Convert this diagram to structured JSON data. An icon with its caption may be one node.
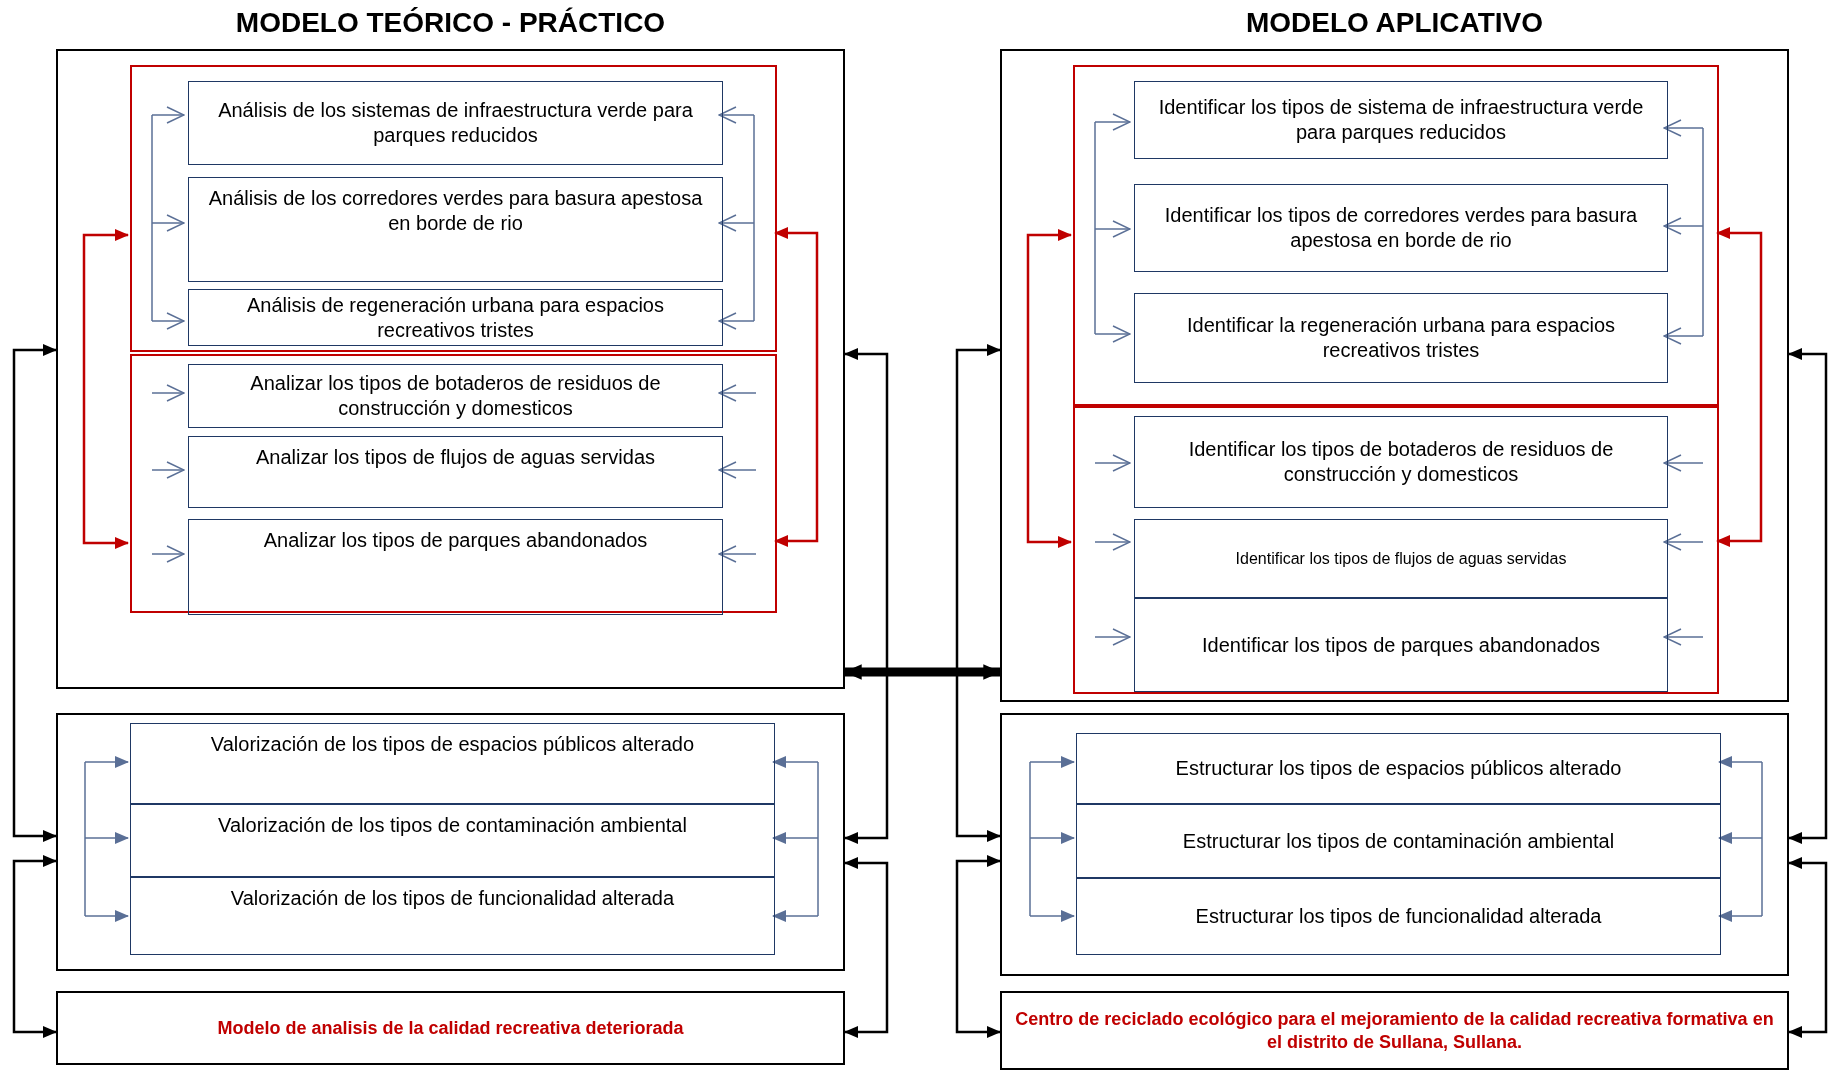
{
  "diagram": {
    "nodes": [
      {
        "text": [
          "MODELO TEÓRICO - PRÁCTICO"
        ]
      },
      {
        "text": [],
        "shape": "box",
        "in": 0
      },
      {
        "text": [
          "Análisis de los sistemas de infraestructura verde para parques reducidos"
        ],
        "in": 1
      },
      {
        "text": [
          "Análisis de los corredores verdes para basura apestosa en borde de rio"
        ],
        "in": 1
      },
      {
        "text": [
          "Análisis de regeneración urbana para espacios recreativos tristes"
        ],
        "in": 1
      },
      {
        "text": [],
        "shape": "box",
        "in": 0
      },
      {
        "text": [
          "Analizar los tipos de botaderos de residuos de construcción y domesticos"
        ],
        "in": 5
      },
      {
        "text": [
          "Analizar los tipos de flujos de aguas servidas"
        ],
        "in": 5
      },
      {
        "text": [
          "Analizar los tipos de parques abandonados"
        ],
        "in": 5
      },
      {
        "text": [],
        "shape": "box"
      },
      {
        "text": [
          "Valorización de los tipos de espacios públicos alterado"
        ],
        "in": 9
      },
      {
        "text": [
          "Valorización de los tipos de contaminación ambiental"
        ],
        "in": 9
      },
      {
        "text": [
          "Valorización de los tipos de funcionalidad alterada"
        ],
        "in": 9
      },
      {
        "text": [
          "Modelo de analisis de la calidad recreativa deteriorada"
        ]
      },
      {
        "text": [
          "MODELO APLICATIVO"
        ]
      },
      {
        "text": [],
        "shape": "box",
        "in": 14
      },
      {
        "text": [
          "Identificar los tipos de sistema de infraestructura verde para parques reducidos"
        ],
        "in": 15
      },
      {
        "text": [
          "Identificar los tipos de corredores verdes para basura apestosa en borde de rio"
        ],
        "in": 15
      },
      {
        "text": [
          "Identificar la regeneración urbana para espacios recreativos tristes"
        ],
        "in": 15
      },
      {
        "text": [],
        "shape": "box",
        "in": 14
      },
      {
        "text": [
          "Identificar los tipos de botaderos de residuos de construcción y domesticos"
        ],
        "in": 19
      },
      {
        "text": [
          "Identificar los tipos de flujos de aguas servidas"
        ],
        "in": 19
      },
      {
        "text": [
          "Identificar los tipos de parques abandonados"
        ],
        "in": 19
      },
      {
        "text": [],
        "shape": "box"
      },
      {
        "text": [
          "Estructurar los tipos de espacios públicos alterado"
        ],
        "in": 23
      },
      {
        "text": [
          "Estructurar los tipos de contaminación ambiental"
        ],
        "in": 23
      },
      {
        "text": [
          "Estructurar los tipos de funcionalidad alterada"
        ],
        "in": 23
      },
      {
        "text": [
          "Centro de reciclado ecológico para el mejoramiento de la calidad recreativa formativa en el distrito de Sullana, Sullana."
        ]
      }
    ],
    "edges": [
      {
        "from": null,
        "to": 2,
        "arrow": "to"
      },
      {
        "from": null,
        "to": 3,
        "arrow": "to"
      },
      {
        "from": null,
        "to": 4,
        "arrow": "to"
      },
      {
        "from": null,
        "to": 2,
        "arrow": "to"
      },
      {
        "from": null,
        "to": 3,
        "arrow": "to"
      },
      {
        "from": null,
        "to": 4,
        "arrow": "to"
      },
      {
        "from": null,
        "to": 6,
        "arrow": "to"
      },
      {
        "from": null,
        "to": 7,
        "arrow": "to"
      },
      {
        "from": null,
        "to": 8,
        "arrow": "to"
      },
      {
        "from": null,
        "to": 6,
        "arrow": "to"
      },
      {
        "from": null,
        "to": 7,
        "arrow": "to"
      },
      {
        "from": null,
        "to": 8,
        "arrow": "to"
      },
      {
        "from": 1,
        "to": 5,
        "arrow": "both",
        "color": "#c00000"
      },
      {
        "from": 1,
        "to": 5,
        "arrow": "both",
        "color": "#c00000"
      },
      {
        "from": null,
        "to": 10,
        "arrow": "to"
      },
      {
        "from": null,
        "to": 11,
        "arrow": "to"
      },
      {
        "from": null,
        "to": 12,
        "arrow": "to"
      },
      {
        "from": null,
        "to": 10,
        "arrow": "to"
      },
      {
        "from": null,
        "to": 11,
        "arrow": "to"
      },
      {
        "from": null,
        "to": 12,
        "arrow": "to"
      },
      {
        "from": 0,
        "to": 9,
        "arrow": "both",
        "color": "#000000"
      },
      {
        "from": 9,
        "to": 13,
        "arrow": "both",
        "color": "#000000"
      },
      {
        "from": 0,
        "to": 9,
        "arrow": "both",
        "color": "#000000"
      },
      {
        "from": 9,
        "to": 13,
        "arrow": "both",
        "color": "#000000"
      },
      {
        "from": 0,
        "to": 14,
        "arrow": "both",
        "style": "thick",
        "color": "#000000"
      },
      {
        "from": null,
        "to": 16,
        "arrow": "to"
      },
      {
        "from": null,
        "to": 17,
        "arrow": "to"
      },
      {
        "from": null,
        "to": 18,
        "arrow": "to"
      },
      {
        "from": null,
        "to": 16,
        "arrow": "to"
      },
      {
        "from": null,
        "to": 17,
        "arrow": "to"
      },
      {
        "from": null,
        "to": 18,
        "arrow": "to"
      },
      {
        "from": null,
        "to": 20,
        "arrow": "to"
      },
      {
        "from": null,
        "to": 21,
        "arrow": "to"
      },
      {
        "from": null,
        "to": 22,
        "arrow": "to"
      },
      {
        "from": null,
        "to": 20,
        "arrow": "to"
      },
      {
        "from": null,
        "to": 21,
        "arrow": "to"
      },
      {
        "from": null,
        "to": 22,
        "arrow": "to"
      },
      {
        "from": 15,
        "to": 19,
        "arrow": "both",
        "color": "#c00000"
      },
      {
        "from": 15,
        "to": 19,
        "arrow": "both",
        "color": "#c00000"
      },
      {
        "from": null,
        "to": 24,
        "arrow": "to"
      },
      {
        "from": null,
        "to": 25,
        "arrow": "to"
      },
      {
        "from": null,
        "to": 26,
        "arrow": "to"
      },
      {
        "from": null,
        "to": 24,
        "arrow": "to"
      },
      {
        "from": null,
        "to": 25,
        "arrow": "to"
      },
      {
        "from": null,
        "to": 26,
        "arrow": "to"
      },
      {
        "from": 14,
        "to": 23,
        "arrow": "both",
        "color": "#000000"
      },
      {
        "from": 23,
        "to": 27,
        "arrow": "both",
        "color": "#000000"
      },
      {
        "from": 14,
        "to": 23,
        "arrow": "both",
        "color": "#000000"
      },
      {
        "from": 23,
        "to": 27,
        "arrow": "both",
        "color": "#000000"
      }
    ]
  }
}
